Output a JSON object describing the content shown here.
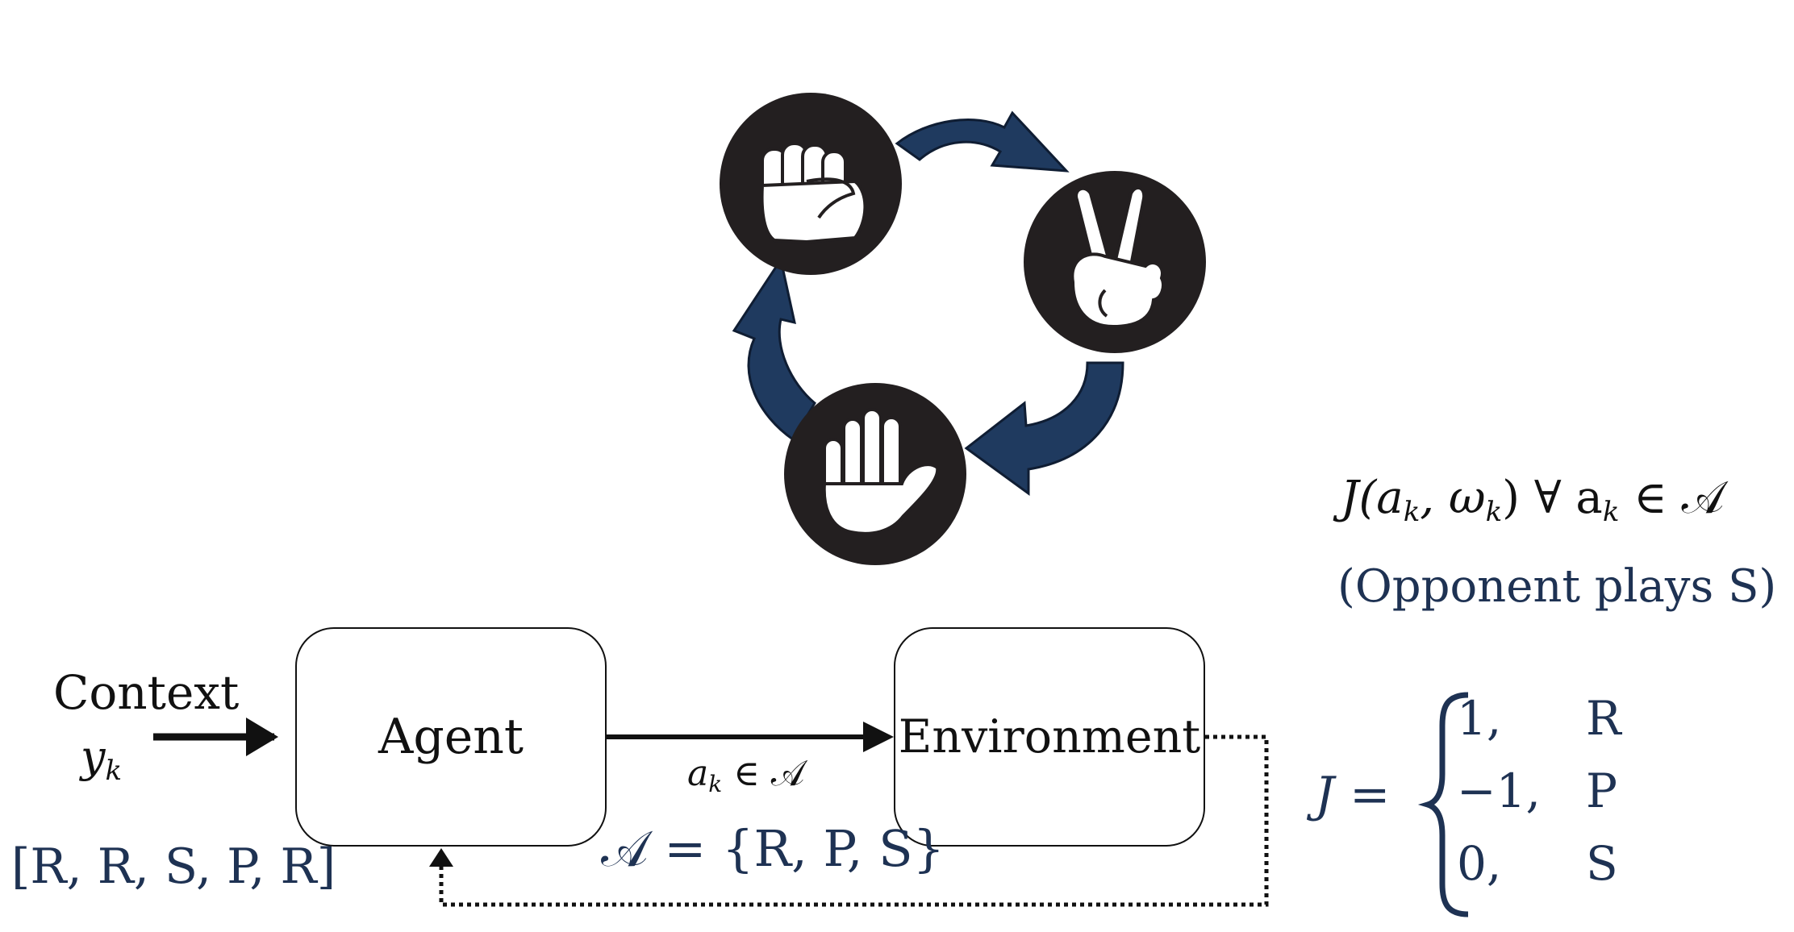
{
  "colors": {
    "ink": "#111111",
    "accent_navy": "#1e3253",
    "arrow_fill": "#1f3a5f",
    "icon_circle": "#231f20",
    "background": "#ffffff"
  },
  "cycle": {
    "icons": [
      {
        "name": "rock-fist-icon"
      },
      {
        "name": "scissors-peace-icon"
      },
      {
        "name": "paper-open-hand-icon"
      }
    ]
  },
  "context": {
    "label": "Context",
    "symbol": "y",
    "subscript": "k",
    "history": "[R, R, S, P, R]"
  },
  "agent": {
    "label": "Agent"
  },
  "environment": {
    "label": "Environment"
  },
  "action": {
    "label_main": "a",
    "label_sub": "k",
    "label_rest": " ∈ 𝒜",
    "set_definition": "𝒜 = {R, P, S}"
  },
  "objective": {
    "expression": "J(a",
    "expression_sub1": "k",
    "expression_mid": ", ω",
    "expression_sub2": "k",
    "expression_end": ")  ∀ a",
    "expression_sub3": "k",
    "expression_tail": " ∈ 𝒜",
    "note": "(Opponent plays S)",
    "lhs": "J =",
    "cases": [
      {
        "value": "1,",
        "action": "R"
      },
      {
        "value": "−1,",
        "action": "P"
      },
      {
        "value": "0,",
        "action": "S"
      }
    ]
  }
}
